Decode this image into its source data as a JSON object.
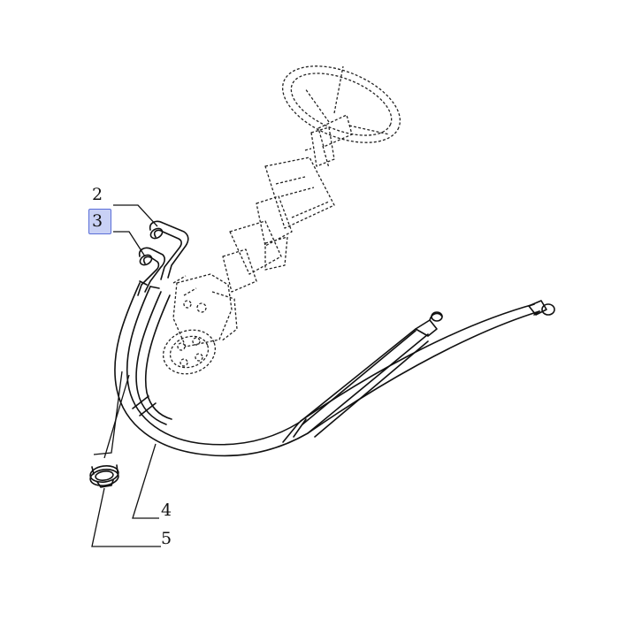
{
  "callouts": [
    {
      "id": "2",
      "label": "2",
      "selected": false
    },
    {
      "id": "3",
      "label": "3",
      "selected": true
    },
    {
      "id": "4",
      "label": "4",
      "selected": false
    },
    {
      "id": "5",
      "label": "5",
      "selected": false
    }
  ],
  "colors": {
    "line": "#111111",
    "selection_fill": "#c9d1f5",
    "selection_border": "#5b6fd8",
    "background": "#ffffff"
  }
}
